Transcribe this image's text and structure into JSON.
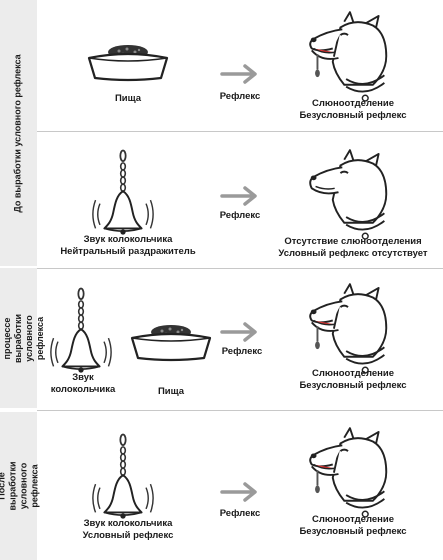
{
  "sections": [
    {
      "side_label": "До выработки условного рефлекса"
    },
    {
      "side_label": "В процессе выработки условного рефлекса"
    },
    {
      "side_label": "После выработки условного рефлекса"
    }
  ],
  "rows": [
    {
      "stimulus": "Пища",
      "arrow": "Рефлекс",
      "response_line1": "Слюноотделение",
      "response_line2": "Безусловный рефлекс"
    },
    {
      "stimulus_line1": "Звук колокольчика",
      "stimulus_line2": "Нейтральный раздражитель",
      "arrow": "Рефлекс",
      "response_line1": "Отсутствие слюноотделения",
      "response_line2": "Условный рефлекс отсутствует"
    },
    {
      "stimulus_a_line1": "Звук",
      "stimulus_a_line2": "колокольчика",
      "stimulus_b": "Пища",
      "arrow": "Рефлекс",
      "response_line1": "Слюноотделение",
      "response_line2": "Безусловный рефлекс"
    },
    {
      "stimulus_line1": "Звук колокольчика",
      "stimulus_line2": "Условный рефлекс",
      "arrow": "Рефлекс",
      "response_line1": "Слюноотделение",
      "response_line2": "Безусловный рефлекс"
    }
  ],
  "icons": [
    "food-bowl-icon",
    "bell-ringing-icon",
    "arrow-right-icon",
    "dog-salivating-icon",
    "dog-not-salivating-icon"
  ]
}
